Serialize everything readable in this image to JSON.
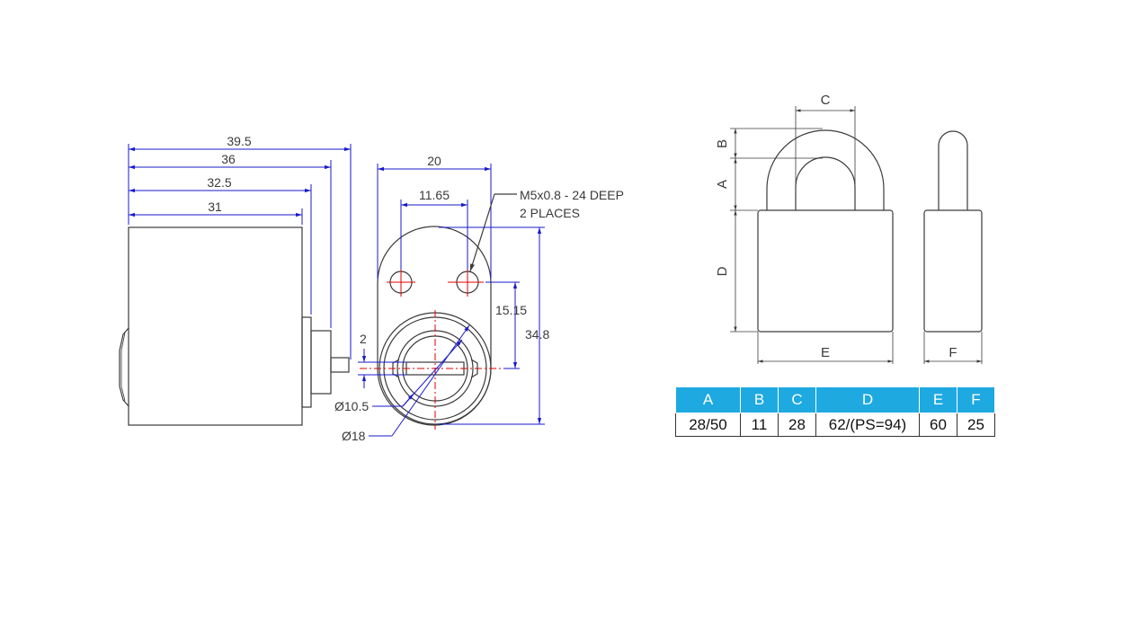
{
  "front_view": {
    "dims": [
      "39.5",
      "36",
      "32.5",
      "31"
    ],
    "bottom_dim": "2",
    "diameters": [
      "Ø10.5",
      "Ø18"
    ]
  },
  "plate_view": {
    "width": "20",
    "hole_spacing": "11.65",
    "hole_note_line1": "M5x0.8 - 24 DEEP",
    "hole_note_line2": "2 PLACES",
    "hole_height": "15.15",
    "height": "34.8"
  },
  "padlock_view": {
    "labels": {
      "a": "A",
      "b": "B",
      "c": "C",
      "d": "D",
      "e": "E",
      "f": "F"
    }
  },
  "table": {
    "headers": [
      "A",
      "B",
      "C",
      "D",
      "E",
      "F"
    ],
    "values": [
      "28/50",
      "11",
      "28",
      "62/(PS=94)",
      "60",
      "25"
    ]
  },
  "colors": {
    "dimension_line": "#1a1acc",
    "centerline": "#e00000",
    "table_header": "#1ea9e1"
  }
}
